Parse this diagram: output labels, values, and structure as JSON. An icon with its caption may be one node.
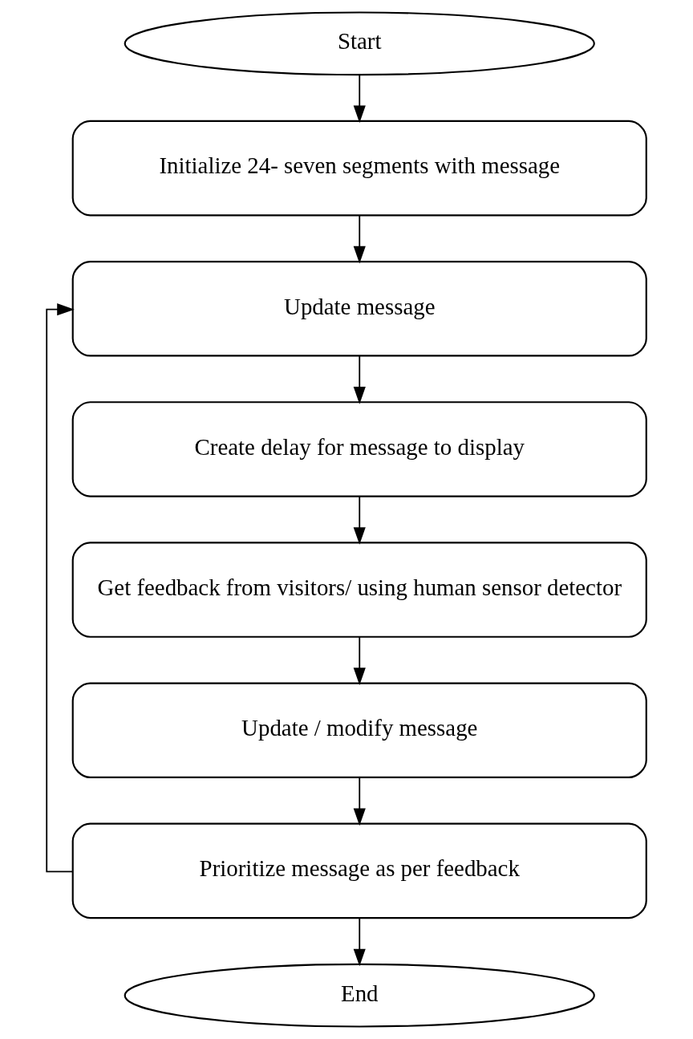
{
  "diagram": {
    "nodes": [
      {
        "text": [
          "Start"
        ]
      },
      {
        "text": [
          "Initialize 24- seven segments with message"
        ]
      },
      {
        "text": [
          "Update message"
        ]
      },
      {
        "text": [
          "Create delay for message to display"
        ]
      },
      {
        "text": [
          "Get feedback from visitors/ using human sensor detector"
        ]
      },
      {
        "text": [
          "Update / modify message"
        ]
      },
      {
        "text": [
          "Prioritize message as per feedback"
        ]
      },
      {
        "text": [
          "End"
        ]
      }
    ],
    "edges": [
      {
        "from": 0,
        "to": 1,
        "arrow": "to"
      },
      {
        "from": 1,
        "to": 2,
        "arrow": "to"
      },
      {
        "from": 2,
        "to": 3,
        "arrow": "to"
      },
      {
        "from": 3,
        "to": 4,
        "arrow": "to"
      },
      {
        "from": 4,
        "to": 5,
        "arrow": "to"
      },
      {
        "from": 5,
        "to": 6,
        "arrow": "to"
      },
      {
        "from": 6,
        "to": 7,
        "arrow": "to"
      },
      {
        "from": 6,
        "to": 2,
        "arrow": "to"
      }
    ]
  }
}
